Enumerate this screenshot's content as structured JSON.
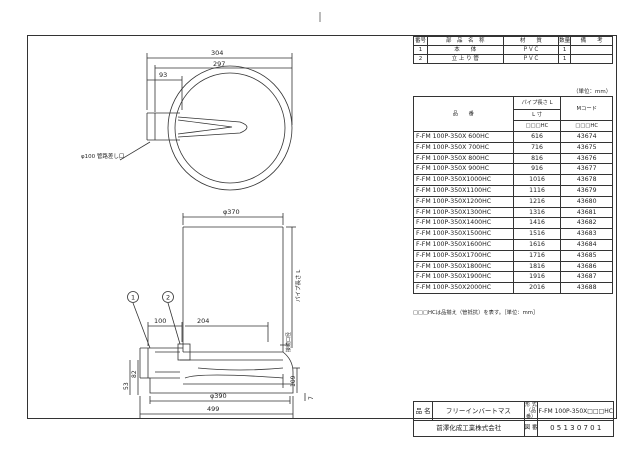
{
  "parts_table": {
    "headers": [
      "番号",
      "部　品　名　称",
      "材　　質",
      "数量",
      "備　　考"
    ],
    "rows": [
      [
        "1",
        "本　　体",
        "ＰＶＣ",
        "1",
        ""
      ],
      [
        "2",
        "立 上 り 管",
        "ＰＶＣ",
        "1",
        ""
      ]
    ]
  },
  "unit_label": "（単位：mm）",
  "spec_table": {
    "col_name": "品　　番",
    "col_length": "パイプ長さ L",
    "col_length_sub": "L 寸",
    "col_mcode": "Mコード",
    "hc_placeholder": "□□□HC",
    "rows": [
      [
        "F-FM 100P-350X 600HC",
        "616",
        "43674"
      ],
      [
        "F-FM 100P-350X 700HC",
        "716",
        "43675"
      ],
      [
        "F-FM 100P-350X 800HC",
        "816",
        "43676"
      ],
      [
        "F-FM 100P-350X 900HC",
        "916",
        "43677"
      ],
      [
        "F-FM 100P-350X1000HC",
        "1016",
        "43678"
      ],
      [
        "F-FM 100P-350X1100HC",
        "1116",
        "43679"
      ],
      [
        "F-FM 100P-350X1200HC",
        "1216",
        "43680"
      ],
      [
        "F-FM 100P-350X1300HC",
        "1316",
        "43681"
      ],
      [
        "F-FM 100P-350X1400HC",
        "1416",
        "43682"
      ],
      [
        "F-FM 100P-350X1500HC",
        "1516",
        "43683"
      ],
      [
        "F-FM 100P-350X1600HC",
        "1616",
        "43684"
      ],
      [
        "F-FM 100P-350X1700HC",
        "1716",
        "43685"
      ],
      [
        "F-FM 100P-350X1800HC",
        "1816",
        "43686"
      ],
      [
        "F-FM 100P-350X1900HC",
        "1916",
        "43687"
      ],
      [
        "F-FM 100P-350X2000HC",
        "2016",
        "43688"
      ]
    ]
  },
  "note": "□□□HCは品揃え（管抵抗）を表す。［単位：mm］",
  "title_block": {
    "name_label": "品 名",
    "name_value": "フリーインバートマス",
    "model_label": "形 式（品番）",
    "model_value": "F-FM 100P-350X□□□HC",
    "company": "前澤化成工業株式会社",
    "drawing_no_label": "図 番",
    "drawing_no_value": "0 5 1 3 0 7 0 1"
  },
  "drawing": {
    "dim_304": "304",
    "dim_297": "297",
    "dim_93": "93",
    "dim_phi100": "φ100 管路差し口",
    "dim_phi370": "φ370",
    "dim_L": "パイプ長さ L",
    "dim_100": "100",
    "dim_204": "204",
    "label_bottom": "接続口径",
    "dim_53": "53",
    "dim_82": "82",
    "dim_109": "109",
    "dim_7": "7",
    "dim_phi390": "φ390",
    "dim_499": "499",
    "callout_1": "1",
    "callout_2": "2"
  }
}
